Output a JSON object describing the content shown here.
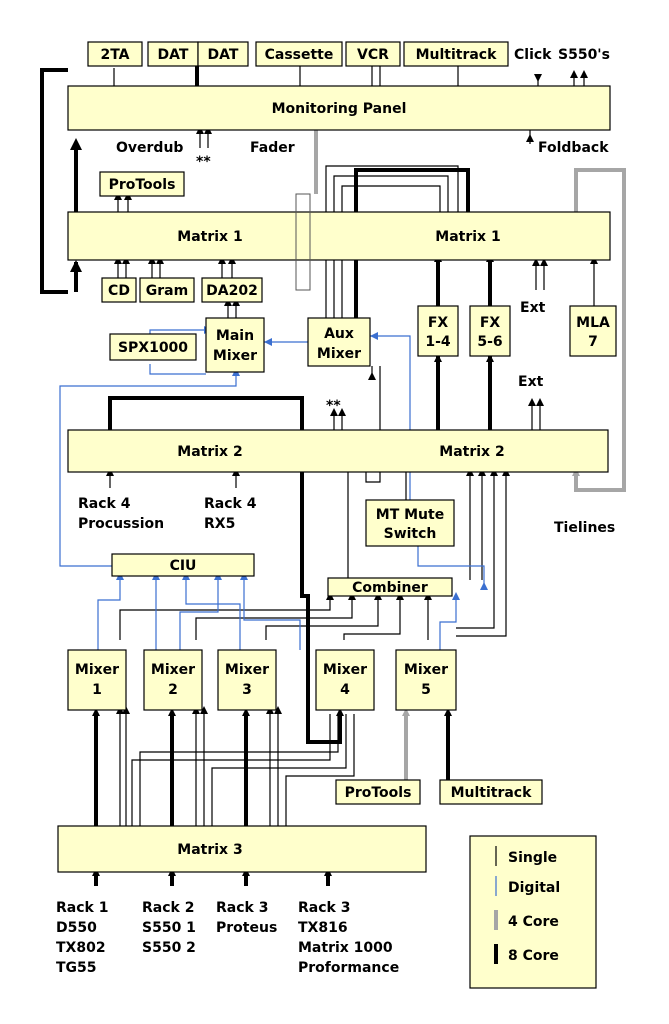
{
  "top_outputs": [
    "2TA",
    "DAT",
    "DAT",
    "Cassette",
    "VCR",
    "Multitrack"
  ],
  "top_labels": {
    "click": "Click",
    "s550s": "S550's"
  },
  "monitoring_panel": "Monitoring Panel",
  "labels": {
    "overdub": "Overdub",
    "fader": "Fader",
    "foldback": "Foldback",
    "ext1": "Ext",
    "ext2": "Ext",
    "tielines": "Tielines",
    "asterisks": "**"
  },
  "protools_top": "ProTools",
  "matrix1_left": "Matrix 1",
  "matrix1_right": "Matrix 1",
  "matrix1_inputs": [
    "CD",
    "Gram",
    "DA202"
  ],
  "spx1000": "SPX1000",
  "main_mixer": [
    "Main",
    "Mixer"
  ],
  "aux_mixer": [
    "Aux",
    "Mixer"
  ],
  "fx1": [
    "FX",
    "1-4"
  ],
  "fx2": [
    "FX",
    "5-6"
  ],
  "mla": [
    "MLA",
    "7"
  ],
  "matrix2_left": "Matrix 2",
  "matrix2_right": "Matrix 2",
  "rack4_percussion": [
    "Rack 4",
    "Procussion"
  ],
  "rack4_rx5": [
    "Rack 4",
    "RX5"
  ],
  "mt_mute": [
    "MT Mute",
    "Switch"
  ],
  "ciu": "CIU",
  "combiner": "Combiner",
  "mixers": [
    [
      "Mixer",
      "1"
    ],
    [
      "Mixer",
      "2"
    ],
    [
      "Mixer",
      "3"
    ],
    [
      "Mixer",
      "4"
    ],
    [
      "Mixer",
      "5"
    ]
  ],
  "protools_bottom": "ProTools",
  "multitrack_bottom": "Multitrack",
  "matrix3": "Matrix 3",
  "rack_inputs": [
    [
      "Rack 1",
      "D550",
      "TX802",
      "TG55"
    ],
    [
      "Rack 2",
      "S550 1",
      "S550 2"
    ],
    [
      "Rack 3",
      "Proteus"
    ],
    [
      "Rack 3",
      "TX816",
      "Matrix 1000",
      "Proformance"
    ]
  ],
  "legend": [
    "Single",
    "Digital",
    "4 Core",
    "8 Core"
  ],
  "colors": {
    "box_fill": "#ffffcc",
    "digital": "#3b6fd0",
    "four_core": "#a6a6a6",
    "eight_core": "#000000"
  }
}
